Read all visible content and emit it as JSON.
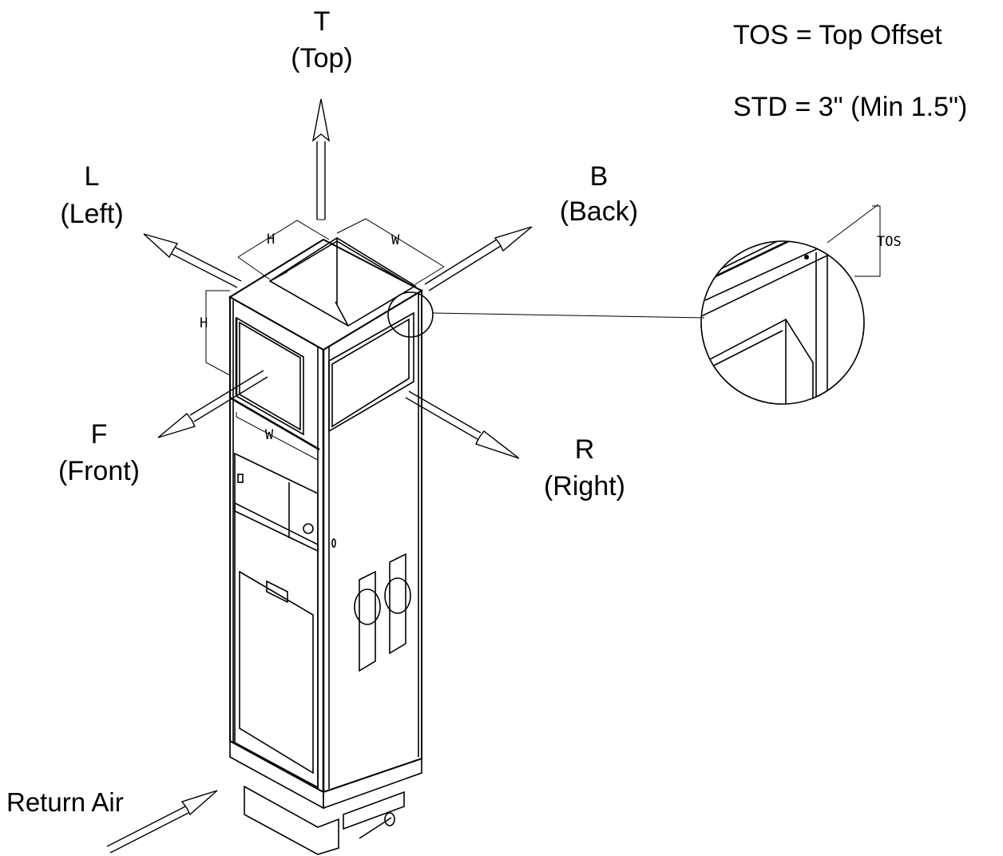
{
  "legend": {
    "tos_definition": "TOS = Top Offset",
    "std_definition": "STD = 3\" (Min 1.5\")"
  },
  "directions": {
    "top": {
      "letter": "T",
      "word": "(Top)"
    },
    "left": {
      "letter": "L",
      "word": "(Left)"
    },
    "back": {
      "letter": "B",
      "word": "(Back)"
    },
    "front": {
      "letter": "F",
      "word": "(Front)"
    },
    "right": {
      "letter": "R",
      "word": "(Right)"
    }
  },
  "return_air_label": "Return Air",
  "dimensions": {
    "height": "H",
    "width": "W",
    "top_offset": "TOS"
  },
  "icons": {
    "arrows": "direction-arrow-icon",
    "detail": "magnified-detail-icon"
  }
}
